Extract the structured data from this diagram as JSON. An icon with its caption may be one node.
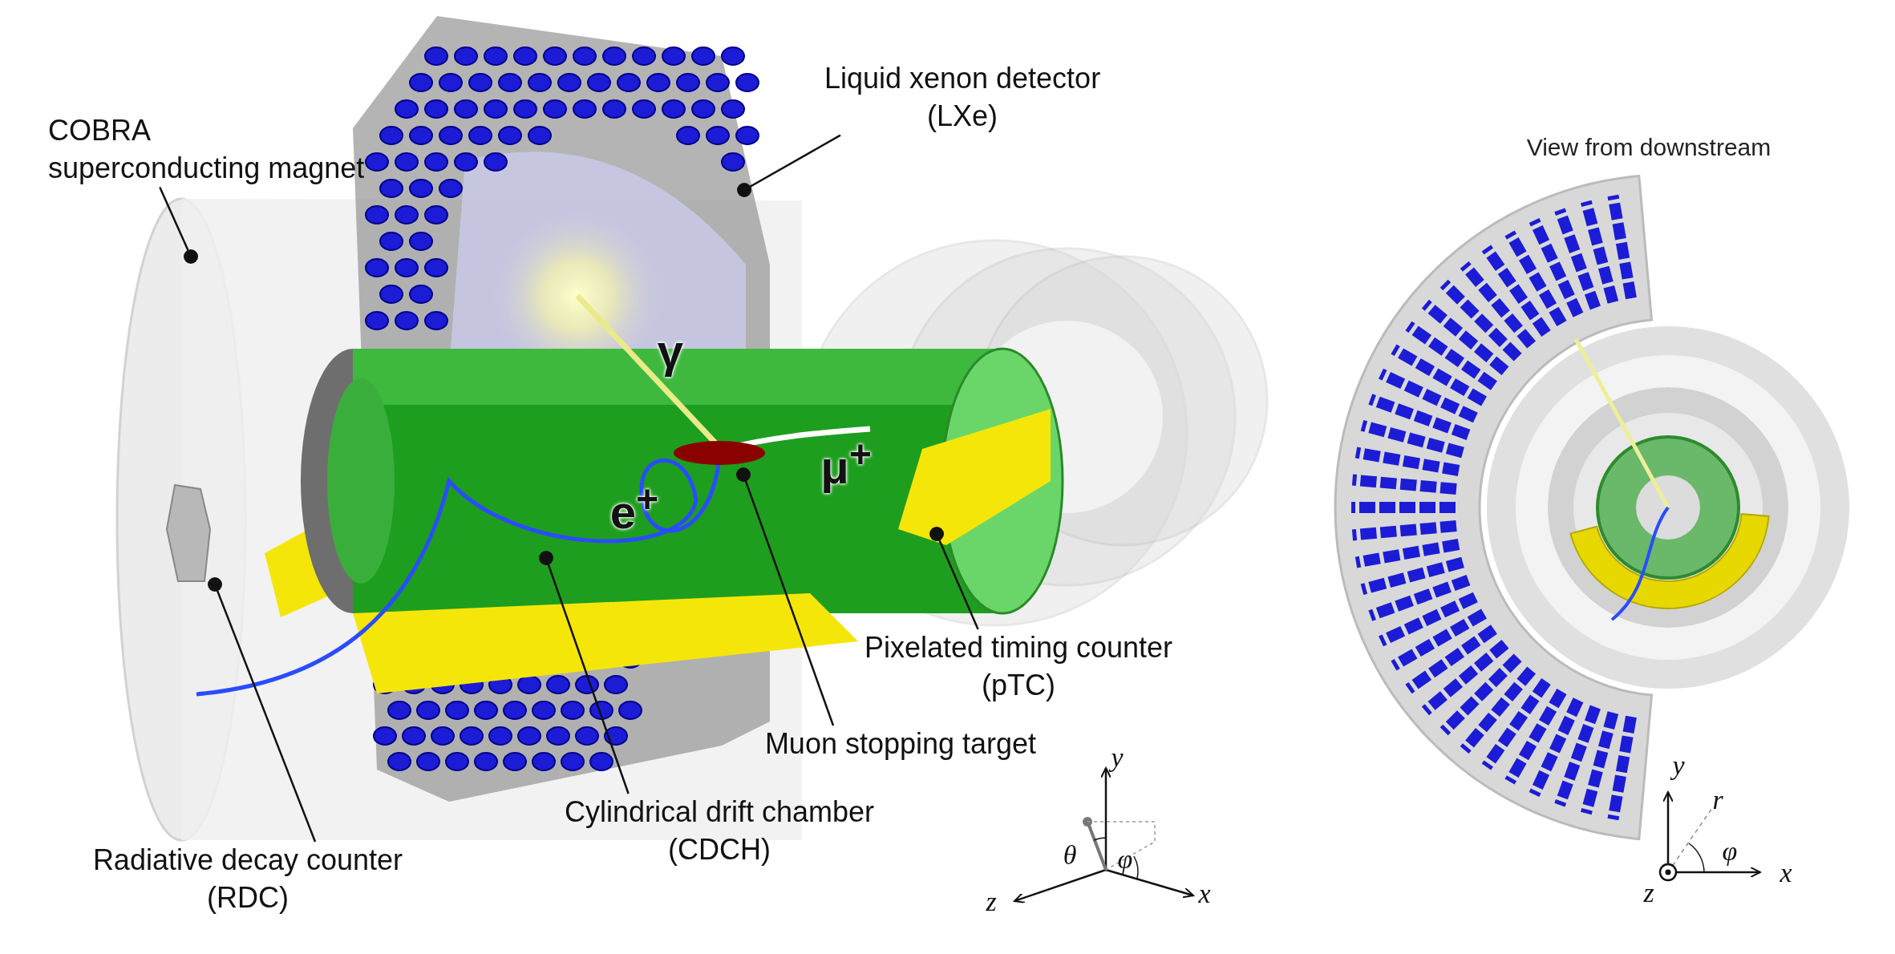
{
  "diagram": {
    "nodes": [
      {
        "text": [
          "COBRA superconducting magnet"
        ]
      },
      {
        "text": [
          "Liquid xenon detector (LXe)"
        ]
      },
      {
        "text": [
          "Pixelated timing counter (pTC)"
        ]
      },
      {
        "text": [
          "Muon stopping target"
        ]
      },
      {
        "text": [
          "Cylindrical drift chamber (CDCH)"
        ]
      },
      {
        "text": [
          "Radiative decay counter (RDC)"
        ]
      }
    ],
    "edges": [
      {
        "from": 0,
        "to": null,
        "arrow": "other"
      },
      {
        "from": 1,
        "to": null,
        "arrow": "other"
      },
      {
        "from": 2,
        "to": null,
        "arrow": "other"
      },
      {
        "from": 3,
        "to": null,
        "arrow": "other"
      },
      {
        "from": 4,
        "to": null,
        "arrow": "other"
      },
      {
        "from": 5,
        "to": null,
        "arrow": "other"
      }
    ],
    "labels": [
      "View from downstream",
      "γ",
      "μ$^{+}$",
      "e$^{+}$",
      "y",
      "θ",
      "φ",
      "z",
      "x",
      "y",
      "r",
      "φ",
      "z",
      "x"
    ]
  }
}
